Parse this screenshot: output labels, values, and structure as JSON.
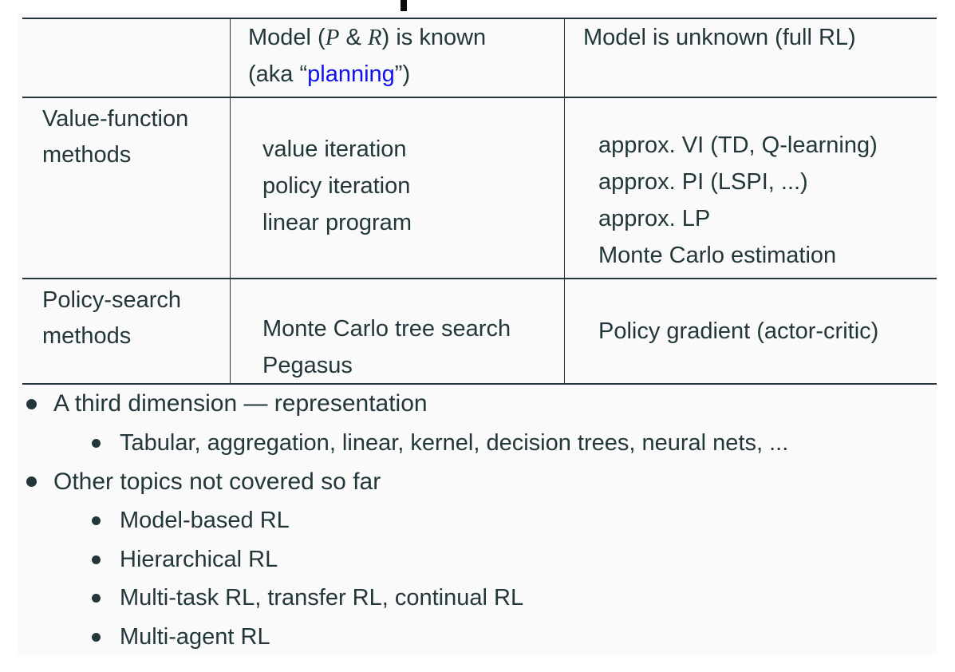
{
  "colors": {
    "text": "#23373b",
    "background": "#fafafa",
    "page": "#ffffff",
    "link": "#1111ee"
  },
  "table": {
    "header": {
      "col1": "",
      "col2": {
        "line1_prefix": "Model (",
        "symbol_p": "P",
        "ampersand": " & ",
        "symbol_r": "R",
        "line1_suffix": ") is known",
        "line2_prefix": "(aka “",
        "link_planning": "planning",
        "line2_suffix": "”)"
      },
      "col3": "Model is unknown (full RL)"
    },
    "rows": [
      {
        "label": "Value-function methods",
        "known_lines": [
          "value iteration",
          "policy iteration",
          "linear program"
        ],
        "unknown_lines": [
          "approx. VI (TD, Q-learning)",
          "approx. PI (LSPI, ...)",
          "approx. LP",
          "Monte Carlo estimation"
        ]
      },
      {
        "label": "Policy-search methods",
        "known_lines": [
          "Monte Carlo tree search",
          "Pegasus"
        ],
        "unknown_lines": [
          "Policy gradient (actor-critic)"
        ]
      }
    ]
  },
  "bullets": [
    {
      "level": 1,
      "text": "A third dimension — representation"
    },
    {
      "level": 2,
      "text": "Tabular, aggregation, linear, kernel, decision trees, neural nets, ..."
    },
    {
      "level": 1,
      "text": "Other topics not covered so far"
    },
    {
      "level": 2,
      "text": "Model-based RL"
    },
    {
      "level": 2,
      "text": "Hierarchical RL"
    },
    {
      "level": 2,
      "text": "Multi-task RL, transfer RL, continual RL"
    },
    {
      "level": 2,
      "text": "Multi-agent RL"
    }
  ],
  "icons": {
    "bullet": "●"
  }
}
